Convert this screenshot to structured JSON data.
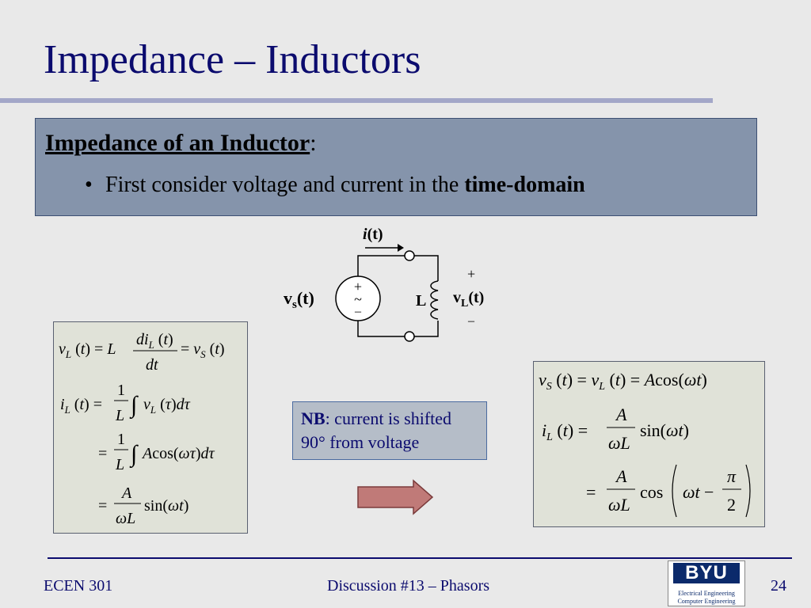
{
  "slide": {
    "title": "Impedance – Inductors",
    "heading": "Impedance of an Inductor",
    "heading_suffix": ":",
    "bullet_marker": "•",
    "bullet_prefix": "First consider voltage and current in the ",
    "bullet_bold": "time-domain"
  },
  "circuit": {
    "current_label": "i(t)",
    "source_label": "v",
    "source_sub": "s",
    "source_suffix": "(t)",
    "inductor_label": "L",
    "voltage_label": "v",
    "voltage_sub": "L",
    "voltage_suffix": "(t)",
    "plus": "+",
    "minus": "–",
    "source_plus": "+",
    "source_tilde": "~",
    "source_minus": "–"
  },
  "note": {
    "bold": "NB",
    "text": ": current is shifted 90° from voltage"
  },
  "footer": {
    "course": "ECEN 301",
    "topic": "Discussion #13 – Phasors",
    "page": "24"
  },
  "logo": {
    "name": "BYU",
    "line1": "Electrical Engineering",
    "line2": "Computer Engineering"
  },
  "colors": {
    "background": "#e9e9e9",
    "title": "#0b0b6e",
    "box_fill": "#8594ab",
    "equation_fill": "#e0e2d8",
    "note_fill": "#b5bdc8",
    "arrow_fill": "#c07a78"
  }
}
